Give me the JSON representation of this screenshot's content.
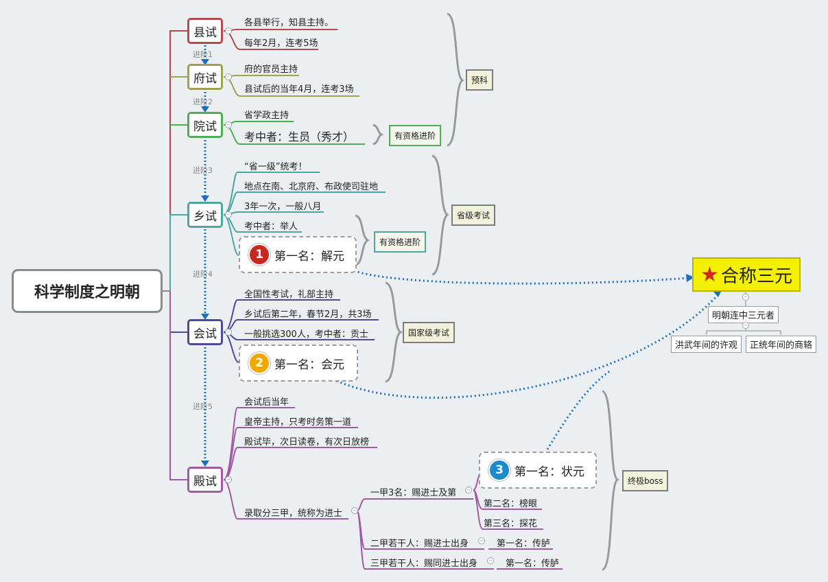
{
  "root": "科学制度之明朝",
  "colors": {
    "county": "#b54a4a",
    "prefecture": "#a0a050",
    "academy": "#4caf50",
    "provincial": "#4aa6a0",
    "metropolitan": "#4a4a96",
    "palace": "#a05aa5",
    "arrow": "#1a70c0"
  },
  "exams": {
    "county": {
      "name": "县试",
      "details": [
        "各县举行，知县主持。",
        "每年2月，连考5场"
      ]
    },
    "prefecture": {
      "name": "府试",
      "details": [
        "府的官员主持",
        "县试后的当年4月，连考3场"
      ]
    },
    "academy": {
      "name": "院试",
      "details": [
        "省学政主持",
        "考中者：生员（秀才）"
      ],
      "qualify": "有资格进阶"
    },
    "provincial": {
      "name": "乡试",
      "details": [
        "“省一级”统考！",
        "地点在南、北京府、布政使司驻地",
        "3年一次，一般八月",
        "考中者：举人"
      ],
      "first": "第一名：解元",
      "medal": "1",
      "qualify": "有资格进阶"
    },
    "metropolitan": {
      "name": "会试",
      "details": [
        "全国性考试，礼部主持",
        "乡试后第二年，春节2月，共3场",
        "一般挑选300人，考中者：贡士"
      ],
      "first": "第一名：会元",
      "medal": "2"
    },
    "palace": {
      "name": "殿试",
      "details": [
        "会试后当年",
        "皇帝主持，只考时务策一道",
        "殿试毕，次日读卷，有次日放榜"
      ],
      "divisions": "录取分三甲，统称为进士",
      "first_class": "一甲3名：赐进士及第",
      "champion": "第一名：状元",
      "medal": "3",
      "second_place": "第二名：榜眼",
      "third_place": "第三名：探花",
      "second_class": "二甲若干人：赐进士出身",
      "second_class_first": "第一名：传胪",
      "third_class": "三甲若干人：赐同进士出身",
      "third_class_first": "第一名：传胪"
    }
  },
  "advance": [
    "进阶1",
    "进阶2",
    "进阶3",
    "进阶4",
    "进阶5"
  ],
  "groups": {
    "preliminary": "预科",
    "provincial_exam": "省级考试",
    "national_exam": "国家级考试",
    "final_boss": "终极boss"
  },
  "sanyuan": {
    "title": "合称三元",
    "subtitle": "明朝连中三元者",
    "people": [
      "洪武年间的许观",
      "正统年间的商辂"
    ]
  }
}
